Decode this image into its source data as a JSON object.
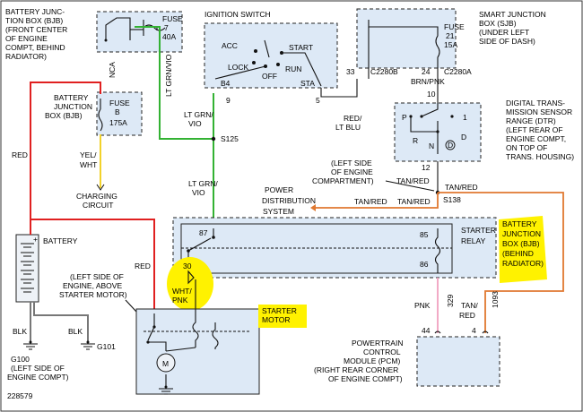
{
  "bjb_top": {
    "lines": [
      "BATTERY JUNC-",
      "TION BOX (BJB)",
      "(FRONT CENTER",
      "OF ENGINE",
      "COMPT, BEHIND",
      "RADIATOR)"
    ]
  },
  "fuse7": {
    "lines": [
      "FUSE",
      "7",
      "40A"
    ]
  },
  "nca": "NCA",
  "bjb_mid": {
    "lines": [
      "BATTERY",
      "JUNCTION",
      "BOX (BJB)"
    ]
  },
  "fuseB": {
    "lines": [
      "FUSE",
      "B",
      "175A"
    ]
  },
  "wire_labels": {
    "red_left": "RED",
    "yel_wht": [
      "YEL/",
      "WHT"
    ],
    "lt_grn_vio_vertical": "LT GRN/VIO",
    "lt_grn_vio_mid": [
      "LT GRN/",
      "VIO"
    ],
    "lt_grn_vio_low": [
      "LT GRN/",
      "VIO"
    ],
    "red_blu": [
      "RED/",
      "LT BLU"
    ],
    "brn_pnk": "BRN/PNK",
    "tan_red_upper": "TAN/RED",
    "tan_red_right": "TAN/RED",
    "tan_red_mid": "TAN/RED",
    "tan_red_left": "TAN/RED",
    "red_battery": "RED",
    "wht_pnk": [
      "WHT/",
      "PNK"
    ],
    "blk_left": "BLK",
    "blk_mid": "BLK",
    "pnk": "PNK",
    "wire_329": "329",
    "tan_red_bottom": [
      "TAN/",
      "RED"
    ],
    "wire_1093": "1093"
  },
  "charging": [
    "CHARGING",
    "CIRCUIT"
  ],
  "ignition": {
    "title": "IGNITION SWITCH",
    "acc": "ACC",
    "lock": "LOCK",
    "off": "OFF",
    "run": "RUN",
    "start": "START",
    "b4": "B4",
    "sta": "STA",
    "pin_left": "9",
    "pin_right": "5"
  },
  "splices": {
    "s125": "S125",
    "s138": "S138"
  },
  "sjb": {
    "lines": [
      "SMART JUNCTION",
      "BOX (SJB)",
      "(UNDER LEFT",
      "SIDE OF DASH)"
    ],
    "fuse_lines": [
      "FUSE",
      "21",
      "15A"
    ],
    "pin33": "33",
    "pin24": "24",
    "conn_b": "C2280B",
    "conn_a": "C2280A",
    "pin10": "10"
  },
  "dtr": {
    "lines": [
      "DIGITAL TRANS-",
      "MISSION SENSOR",
      "RANGE (DTR)",
      "(LEFT REAR OF",
      "ENGINE COMPT,",
      "ON TOP OF",
      "TRANS. HOUSING)"
    ],
    "p": "P",
    "one": "1",
    "r": "R",
    "n": "N",
    "d": "D",
    "d_circle": "D",
    "pin12": "12"
  },
  "left_side_engine": [
    "(LEFT SIDE",
    "OF ENGINE",
    "COMPARTMENT)"
  ],
  "power_dist": [
    "POWER",
    "DISTRIBUTION",
    "SYSTEM"
  ],
  "relay": {
    "pin87": "87",
    "pin85": "85",
    "pin30": "30",
    "pin86": "86",
    "label": [
      "STARTER",
      "RELAY"
    ]
  },
  "bjb_right": [
    "BATTERY",
    "JUNCTION",
    "BOX (BJB)",
    "(BEHIND",
    "RADIATOR)"
  ],
  "battery": "BATTERY",
  "engine_note": [
    "(LEFT SIDE OF",
    "ENGINE, ABOVE",
    "STARTER MOTOR)"
  ],
  "starter_motor": [
    "STARTER",
    "MOTOR"
  ],
  "motor_symbol": "M",
  "g100": [
    "G100",
    "(LEFT SIDE OF",
    "ENGINE COMPT)"
  ],
  "g101": "G101",
  "pcm": {
    "lines": [
      "POWERTRAIN",
      "CONTROL",
      "MODULE (PCM)",
      "(RIGHT REAR CORNER",
      "OF ENGINE COMPT)"
    ],
    "pin44": "44",
    "pin4": "4"
  },
  "figure_id": "228579",
  "colors": {
    "red": "#e02020",
    "green": "#33b233",
    "orange": "#e07830",
    "pink": "#f0a0c0",
    "yellow_wire": "#f2d22a",
    "highlight": "#fff200",
    "box_fill": "#dde9f6"
  }
}
